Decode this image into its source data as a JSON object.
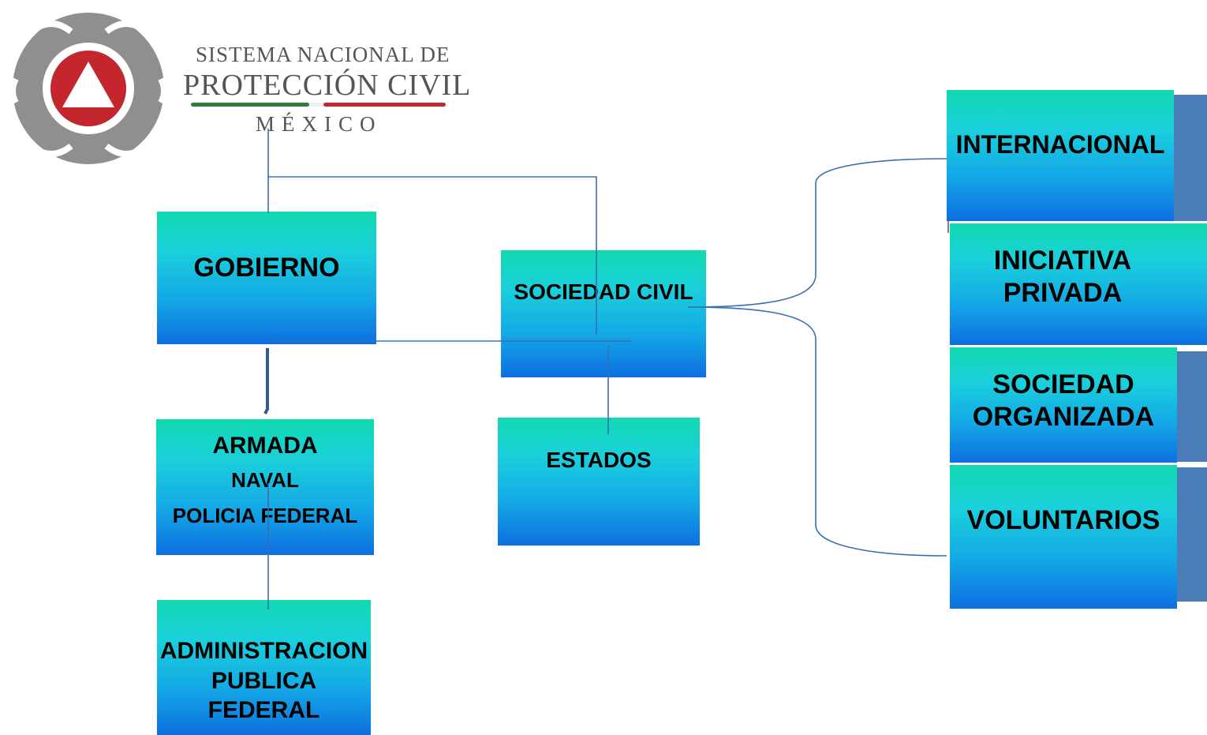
{
  "logo": {
    "line1": "SISTEMA NACIONAL DE",
    "line2": "PROTECCIÓN CIVIL",
    "line3": "MÉXICO"
  },
  "nodes": {
    "gobierno": "GOBIERNO",
    "sociedad_civil": "SOCIEDAD CIVIL",
    "armada": {
      "line1": "ARMADA",
      "line2": "NAVAL",
      "line3": "POLICIA FEDERAL"
    },
    "estados": "ESTADOS",
    "administracion": {
      "line1": "ADMINISTRACION",
      "line2": "PUBLICA FEDERAL"
    },
    "internacional": "INTERNACIONAL",
    "iniciativa_privada": {
      "line1": "INICIATIVA",
      "line2": "PRIVADA"
    },
    "sociedad_organizada": {
      "line1": "SOCIEDAD",
      "line2": "ORGANIZADA"
    },
    "voluntarios": "VOLUNTARIOS"
  },
  "colors": {
    "box_top": "#12d9b0",
    "box_bottom": "#0d6fe0",
    "connector": "#3a6fb0",
    "slab": "#4a7db8",
    "logo_red": "#c4262e",
    "logo_gray": "#8a8a8a"
  }
}
